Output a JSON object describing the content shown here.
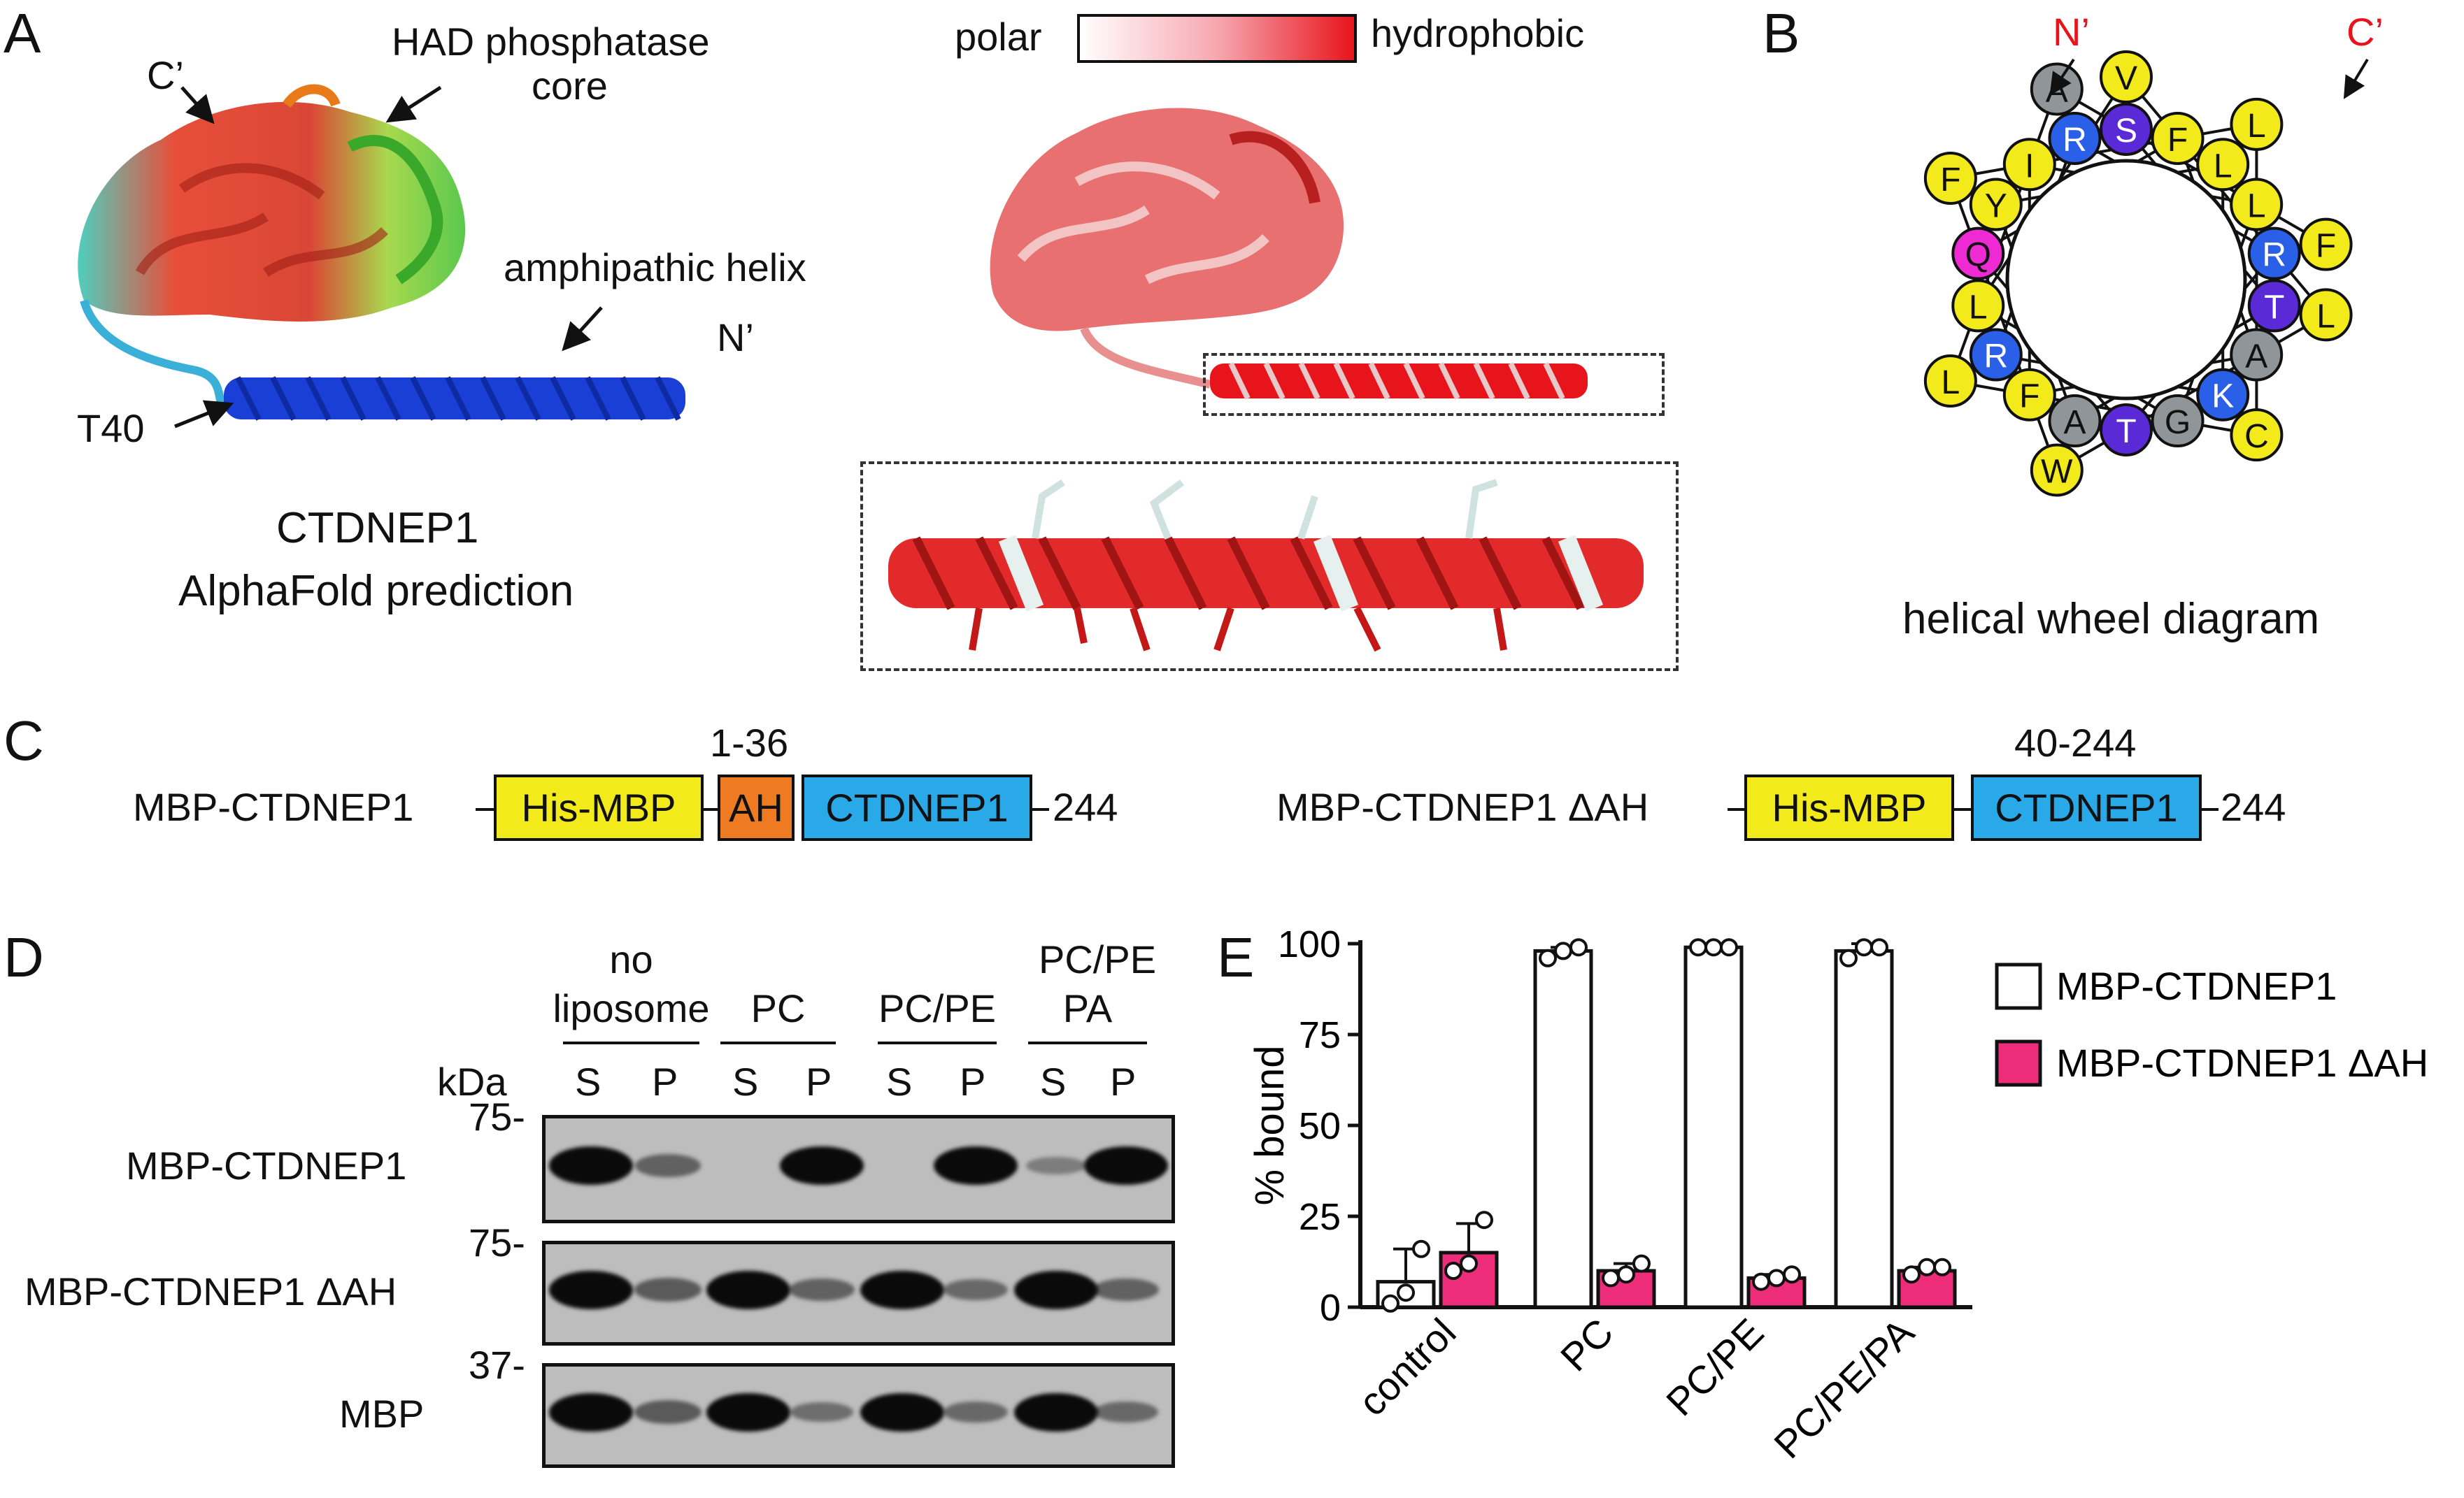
{
  "panels": {
    "A": "A",
    "B": "B",
    "C": "C",
    "D": "D",
    "E": "E"
  },
  "panelA": {
    "c_prime": "C’",
    "had_core_line1": "HAD phosphatase",
    "had_core_line2": "core",
    "amphipathic": "amphipathic helix",
    "n_prime": "N’",
    "t40": "T40",
    "title_line1": "CTDNEP1",
    "title_line2": "AlphaFold prediction",
    "scale_left": "polar",
    "scale_right": "hydrophobic",
    "colors": {
      "helix": "#1a3fd6",
      "core_red": "#e53b24",
      "core_green": "#56c93a",
      "hydrophobic": "#e8141c",
      "polar": "#ffffff"
    }
  },
  "panelB": {
    "title": "helical wheel diagram",
    "n_prime": "N’",
    "c_prime": "C’",
    "residues": [
      {
        "aa": "S",
        "cls": "purple"
      },
      {
        "aa": "T",
        "cls": "purple"
      },
      {
        "aa": "A",
        "cls": "gray"
      },
      {
        "aa": "Y",
        "cls": "yellow"
      },
      {
        "aa": "L",
        "cls": "yellow"
      },
      {
        "aa": "K",
        "cls": "blue"
      },
      {
        "aa": "R",
        "cls": "blue"
      },
      {
        "aa": "R",
        "cls": "blue"
      },
      {
        "aa": "R",
        "cls": "blue"
      },
      {
        "aa": "T",
        "cls": "purple"
      },
      {
        "aa": "Q",
        "cls": "magenta"
      },
      {
        "aa": "F",
        "cls": "yellow"
      },
      {
        "aa": "A",
        "cls": "gray"
      },
      {
        "aa": "F",
        "cls": "yellow"
      },
      {
        "aa": "I",
        "cls": "yellow"
      },
      {
        "aa": "L",
        "cls": "yellow"
      },
      {
        "aa": "G",
        "cls": "gray"
      },
      {
        "aa": "L",
        "cls": "yellow"
      },
      {
        "aa": "V",
        "cls": "yellow"
      },
      {
        "aa": "L",
        "cls": "yellow"
      },
      {
        "aa": "W",
        "cls": "yellow"
      },
      {
        "aa": "F",
        "cls": "yellow"
      },
      {
        "aa": "L",
        "cls": "yellow"
      },
      {
        "aa": "C",
        "cls": "yellow"
      },
      {
        "aa": "L",
        "cls": "yellow"
      },
      {
        "aa": "A",
        "cls": "gray"
      },
      {
        "aa": "F",
        "cls": "yellow"
      }
    ],
    "colors": {
      "yellow": "#f2ea1b",
      "gray": "#8f9599",
      "blue": "#2a5fe8",
      "purple": "#5a2ad6",
      "magenta": "#ee2bd2",
      "red": "#e8141c"
    }
  },
  "panelC": {
    "construct1": {
      "name": "MBP-CTDNEP1",
      "his": "His-MBP",
      "ah": "AH",
      "ct": "CTDNEP1",
      "end": "244",
      "range": "1-36"
    },
    "construct2": {
      "name": "MBP-CTDNEP1 ΔAH",
      "his": "His-MBP",
      "ct": "CTDNEP1",
      "end": "244",
      "range": "40-244"
    },
    "colors": {
      "his": "#f2ea1b",
      "ah": "#ee7a22",
      "ct": "#2aa9e8"
    }
  },
  "panelD": {
    "groups": [
      {
        "line1": "no",
        "line2": "liposome"
      },
      {
        "line1": "",
        "line2": "PC"
      },
      {
        "line1": "",
        "line2": "PC/PE"
      },
      {
        "line1": "PC/PE",
        "line2": "PA"
      }
    ],
    "kda": "kDa",
    "lanes": [
      "S",
      "P",
      "S",
      "P",
      "S",
      "P",
      "S",
      "P"
    ],
    "rows": [
      {
        "label": "MBP-CTDNEP1",
        "marker": "75",
        "intensity": [
          1.0,
          0.35,
          0.0,
          1.0,
          0.0,
          1.0,
          0.15,
          1.0
        ]
      },
      {
        "label": "MBP-CTDNEP1 ΔAH",
        "marker": "75",
        "intensity": [
          1.0,
          0.4,
          1.0,
          0.35,
          1.0,
          0.3,
          1.0,
          0.35
        ]
      },
      {
        "label": "MBP",
        "marker": "37",
        "intensity": [
          1.0,
          0.4,
          1.0,
          0.25,
          1.0,
          0.3,
          1.0,
          0.3
        ]
      }
    ]
  },
  "chart_data": {
    "type": "bar",
    "ylabel": "% bound",
    "ylim": [
      0,
      100
    ],
    "yticks": [
      "0",
      "25",
      "50",
      "75",
      "100"
    ],
    "categories": [
      "control",
      "PC",
      "PC/PE",
      "PC/PE/PA"
    ],
    "series": [
      {
        "name": "MBP-CTDNEP1",
        "color": "#ffffff",
        "values": [
          7,
          98,
          99,
          98
        ],
        "errors": [
          9,
          1,
          0.5,
          2
        ],
        "points": [
          [
            1,
            4,
            16
          ],
          [
            96,
            98,
            99
          ],
          [
            99,
            99,
            99
          ],
          [
            96,
            99,
            99
          ]
        ]
      },
      {
        "name": "MBP-CTDNEP1 ΔAH",
        "color": "#ee2d7a",
        "values": [
          15,
          10,
          8,
          10
        ],
        "errors": [
          8,
          2,
          1,
          1
        ],
        "points": [
          [
            10,
            12,
            24
          ],
          [
            8,
            9,
            12
          ],
          [
            7,
            8,
            9
          ],
          [
            9,
            11,
            11
          ]
        ]
      }
    ]
  }
}
